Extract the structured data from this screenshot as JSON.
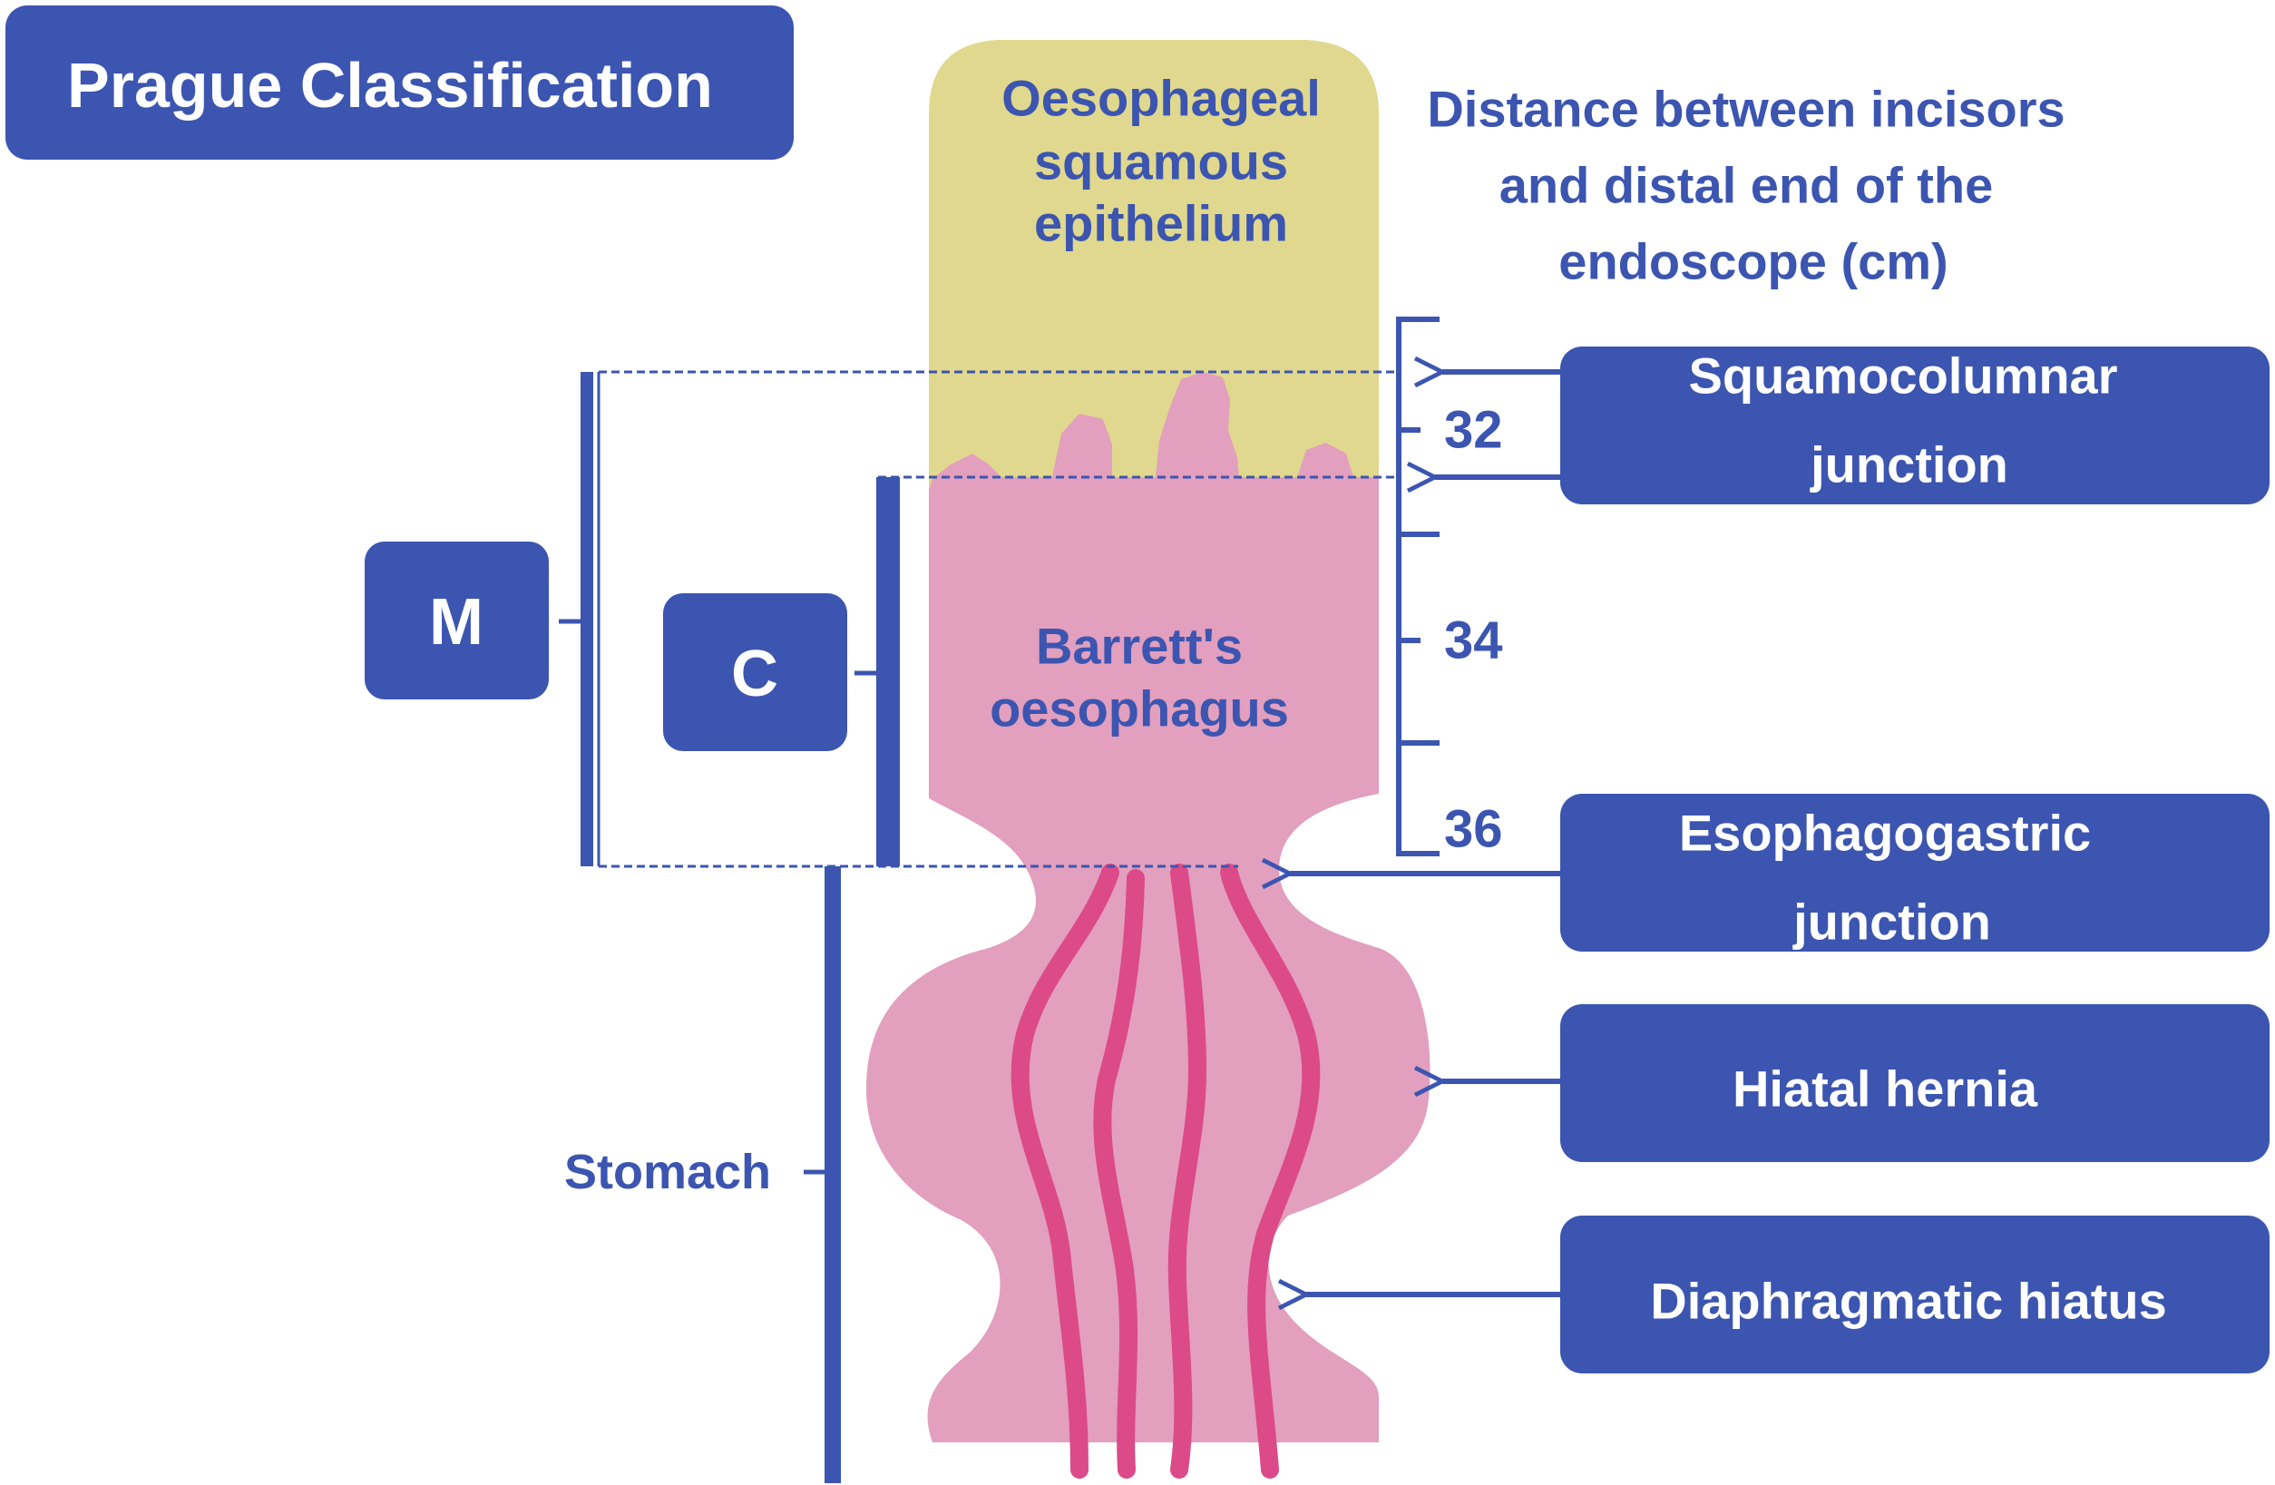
{
  "title": "Prague Classification",
  "colors": {
    "accent_blue": "#3b55b0",
    "squamous_yellow": "#e0d88e",
    "barrett_pink": "#e29fbe",
    "fold_magenta": "#dc4a88",
    "background": "#ffffff"
  },
  "regions": {
    "squamous_lines": [
      "Oesophageal",
      "squamous",
      "epithelium"
    ],
    "barrett_lines": [
      "Barrett's",
      "oesophagus"
    ],
    "stomach": "Stomach"
  },
  "scale": {
    "heading_lines": [
      "Distance between incisors",
      "and distal end of the",
      "endoscope (cm)"
    ],
    "ticks": [
      "32",
      "34",
      "36"
    ]
  },
  "markers": {
    "m": "M",
    "c": "C"
  },
  "landmarks": [
    {
      "lines": [
        "Squamocolumnar",
        "junction"
      ]
    },
    {
      "lines": [
        "Esophagogastric",
        "junction"
      ]
    },
    {
      "lines": [
        "Hiatal hernia"
      ]
    },
    {
      "lines": [
        "Diaphragmatic hiatus"
      ]
    }
  ],
  "icons": [
    "arrow-left-icon"
  ]
}
